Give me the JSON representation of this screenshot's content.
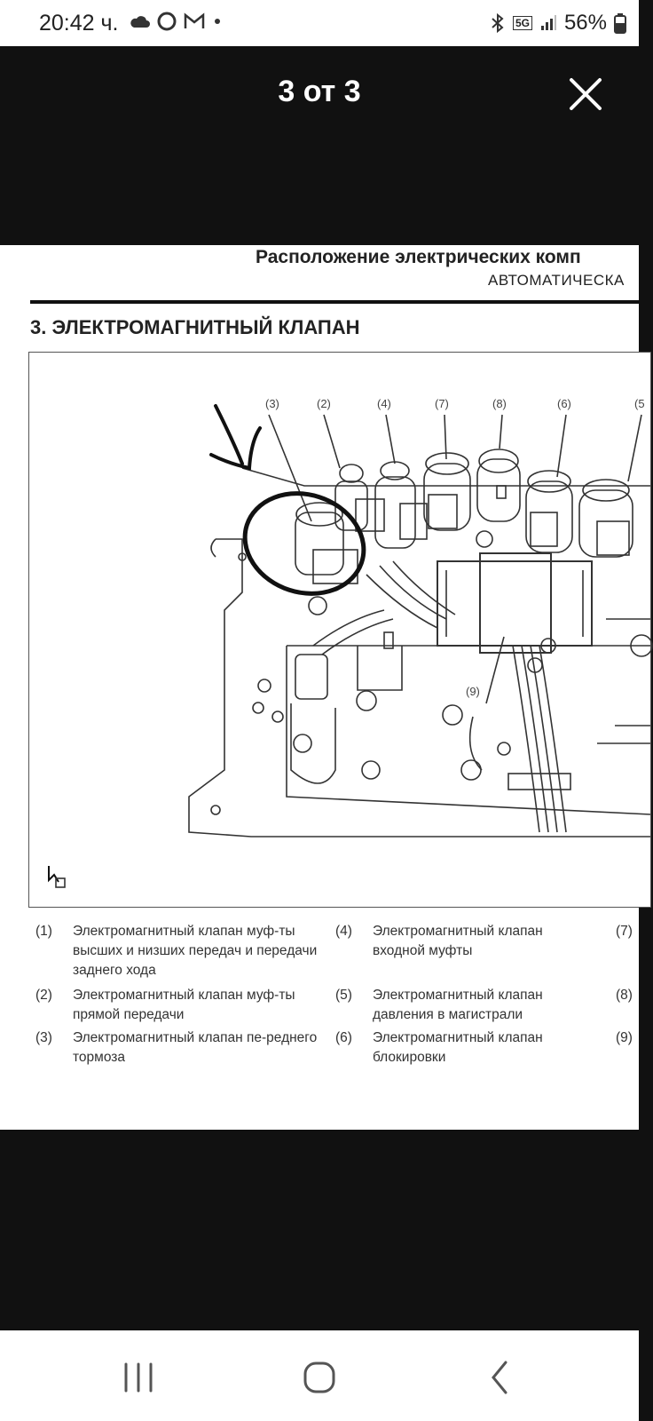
{
  "status_bar": {
    "time": "20:42 ч.",
    "battery": "56%",
    "network": "5G"
  },
  "viewer": {
    "counter": "3 от 3"
  },
  "document": {
    "title": "Расположение электрических комп",
    "subtitle": "АВТОМАТИЧЕСКА",
    "section": "3.  ЭЛЕКТРОМАГНИТНЫЙ КЛАПАН",
    "figure_labels": [
      "(3)",
      "(2)",
      "(4)",
      "(7)",
      "(8)",
      "(6)",
      "(5",
      "(9)"
    ],
    "legend": [
      {
        "num": "(1)",
        "text": "Электромагнитный клапан муф-ты высших и низших передач и передачи заднего хода"
      },
      {
        "num": "(2)",
        "text": "Электромагнитный клапан муф-ты прямой передачи"
      },
      {
        "num": "(3)",
        "text": "Электромагнитный клапан пе-реднего тормоза"
      },
      {
        "num": "(4)",
        "text": "Электромагнитный клапан входной муфты"
      },
      {
        "num": "(5)",
        "text": "Электромагнитный клапан давления в магистрали"
      },
      {
        "num": "(6)",
        "text": "Электромагнитный клапан блокировки"
      },
      {
        "num": "(7)",
        "text": ""
      },
      {
        "num": "(8)",
        "text": ""
      },
      {
        "num": "(9)",
        "text": ""
      }
    ]
  },
  "icons": {
    "close": "close-icon",
    "recent_apps": "recent-apps-icon",
    "home": "home-icon",
    "back": "back-icon"
  }
}
